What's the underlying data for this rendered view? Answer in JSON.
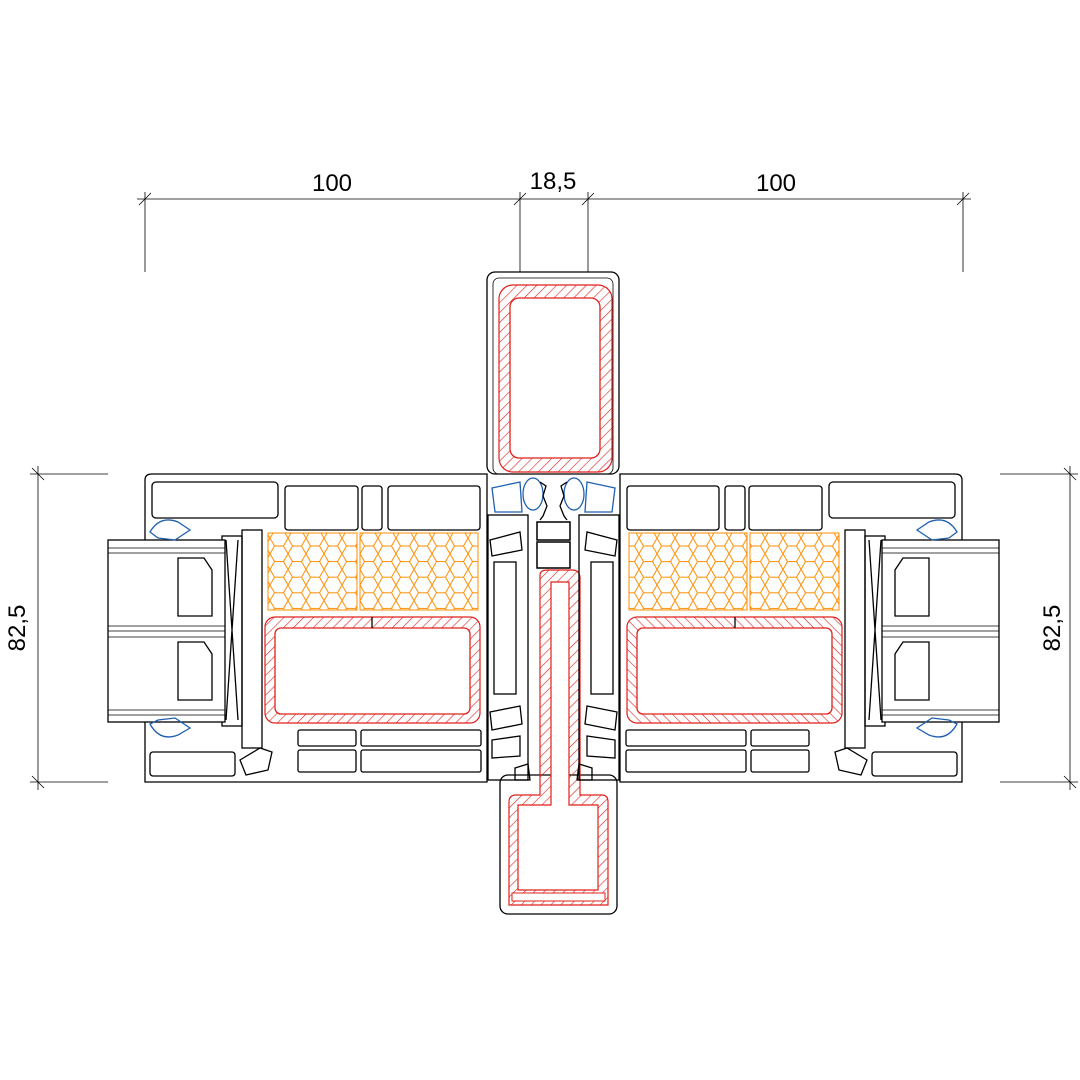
{
  "drawing": {
    "type": "window mullion cross-section",
    "dimensions": {
      "left_width": "100",
      "mullion_width": "18,5",
      "right_width": "100",
      "left_height": "82,5",
      "right_height": "82,5"
    },
    "colors": {
      "line": "#000000",
      "steel_reinforcement": "#e0201a",
      "insulation": "#ff8c00",
      "gasket": "#1f5fb0"
    }
  }
}
